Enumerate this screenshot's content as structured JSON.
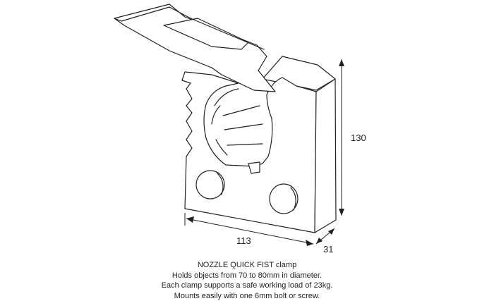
{
  "dimensions": {
    "height": "130",
    "width": "113",
    "depth": "31"
  },
  "caption": {
    "title": "NOZZLE QUICK FIST clamp",
    "line1": "Holds objects from 70 to 80mm in diameter.",
    "line2": "Each clamp supports a safe working load of 23kg.",
    "line3": "Mounts easily with one 6mm bolt or screw."
  },
  "colors": {
    "line": "#231f20",
    "fill": "#ffffff"
  }
}
